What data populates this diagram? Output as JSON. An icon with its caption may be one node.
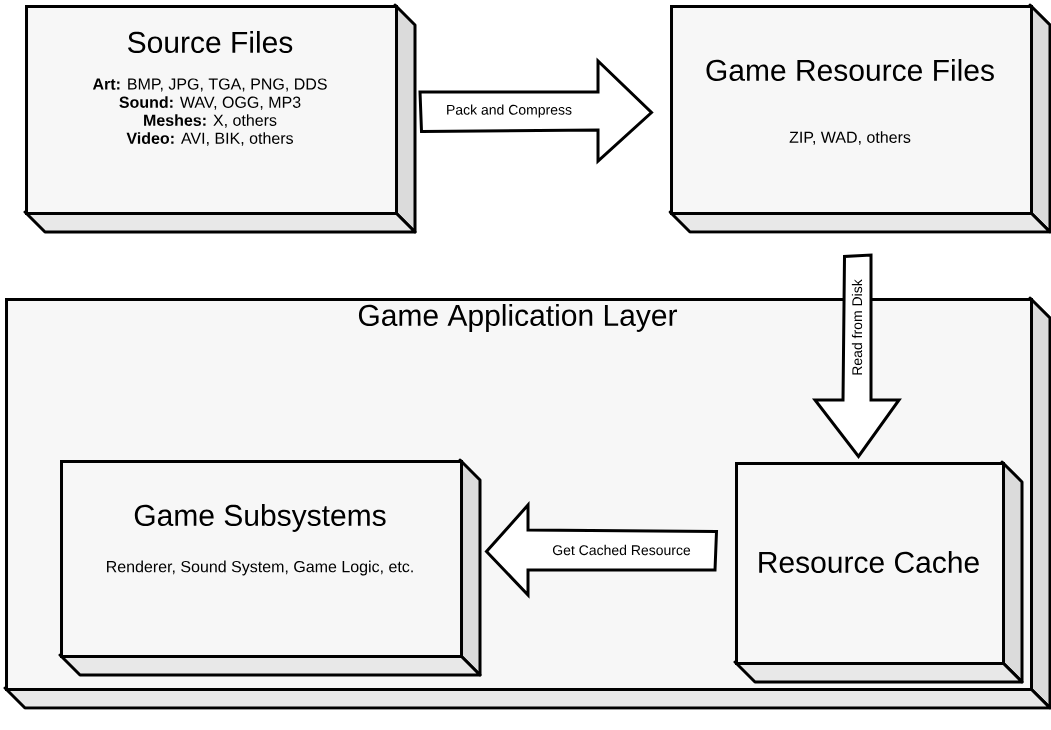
{
  "diagram": {
    "nodes": [
      {
        "text": [
          "Source Files",
          "**Art:** BMP, JPG, TGA, PNG, DDS",
          "**Sound:** WAV, OGG, MP3",
          "**Meshes:** X, others",
          "**Video:** AVI, BIK, others"
        ]
      },
      {
        "text": [
          "Game Resource Files",
          "ZIP, WAD, others"
        ]
      },
      {
        "text": [
          "Game Application Layer"
        ]
      },
      {
        "text": [
          "Game Subsystems",
          "Renderer, Sound System, Game Logic, etc."
        ],
        "in": 2
      },
      {
        "text": [
          "Resource Cache"
        ],
        "in": 2
      }
    ],
    "edges": [
      {
        "from": 0,
        "to": 1,
        "arrow": "to",
        "label": "Pack and Compress"
      },
      {
        "from": 1,
        "to": 4,
        "arrow": "to",
        "label": "Read from Disk"
      },
      {
        "from": 4,
        "to": 3,
        "arrow": "to",
        "label": "Get Cached Resource"
      }
    ]
  }
}
